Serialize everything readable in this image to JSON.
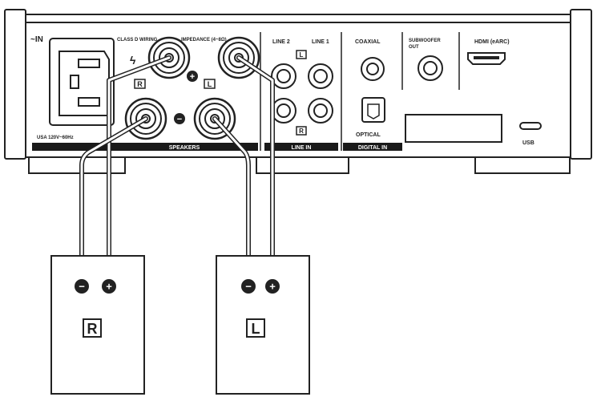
{
  "rear_panel": {
    "ac_in_label": "~IN",
    "power_rating": "USA 120V~60Hz",
    "class_d_wiring_label": "CLASS D WIRING",
    "lightning_glyph": "ϟ",
    "impedance_label": "IMPEDANCE (4~8Ω)",
    "channel_r_badge": "R",
    "channel_l_badge": "L",
    "plus_glyph": "+",
    "minus_glyph": "−",
    "speakers_section": "SPEAKERS",
    "line2_label": "LINE 2",
    "line1_label": "LINE 1",
    "line_in_section": "LINE IN",
    "line_l_badge": "L",
    "line_r_badge": "R",
    "coaxial_label": "COAXIAL",
    "optical_label": "OPTICAL",
    "digital_in_section": "DIGITAL IN",
    "subwoofer_label_line1": "SUBWOOFER",
    "subwoofer_label_line2": "OUT",
    "hdmi_label": "HDMI (eARC)",
    "usb_label": "USB"
  },
  "speakers": {
    "right": {
      "badge": "R",
      "minus": "−",
      "plus": "+"
    },
    "left": {
      "badge": "L",
      "minus": "−",
      "plus": "+"
    }
  },
  "colors": {
    "line": "#222222",
    "fill": "#ffffff",
    "section_bar": "#1a1a1a"
  }
}
